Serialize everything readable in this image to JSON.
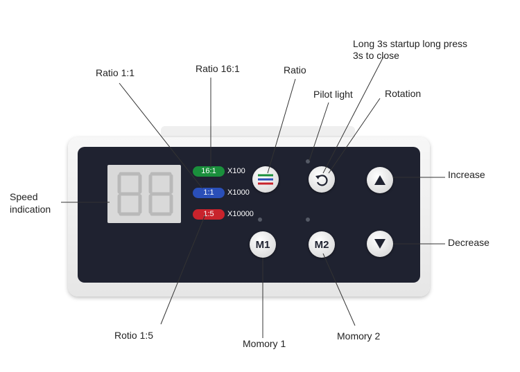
{
  "labels": {
    "ratio_1_1": "Ratio 1:1",
    "ratio_16_1": "Ratio 16:1",
    "ratio": "Ratio",
    "pilot_light": "Pilot light",
    "long_press_1": "Long 3s startup long press",
    "long_press_2": "3s to close",
    "rotation": "Rotation",
    "increase": "Increase",
    "decrease": "Decrease",
    "speed_1": "Speed",
    "speed_2": "indication",
    "ratio_1_5": "Rotio 1:5",
    "memory_1": "Momory 1",
    "memory_2": "Momory 2"
  },
  "panel": {
    "ratio_leds": [
      {
        "text": "16:1",
        "multiplier": "X100",
        "color": "#1a8f3c"
      },
      {
        "text": "1:1",
        "multiplier": "X1000",
        "color": "#2a4fb8"
      },
      {
        "text": "1:5",
        "multiplier": "X10000",
        "color": "#c8232c"
      }
    ],
    "m1_label": "M1",
    "m2_label": "M2"
  }
}
